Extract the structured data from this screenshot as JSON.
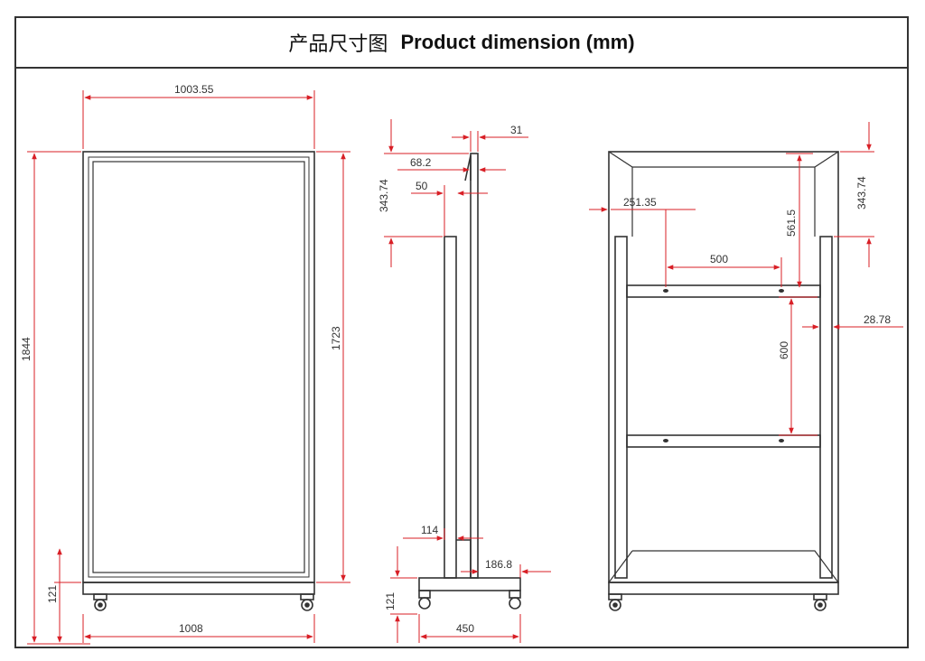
{
  "title": {
    "cn": "产品尺寸图",
    "en": "Product dimension (mm)"
  },
  "colors": {
    "dimension": "#d81f26",
    "drawing": "#333333",
    "frame": "#333333"
  },
  "front_view": {
    "top_width": "1003.55",
    "total_height": "1844",
    "screen_height": "1723",
    "bottom_height": "121",
    "base_width": "1008"
  },
  "side_view": {
    "thickness": "31",
    "offset_1": "68.2",
    "offset_2": "50",
    "top_height": "343.74",
    "foot_offset": "114",
    "foot_depth": "186.8",
    "bottom_height": "121",
    "base_depth": "450"
  },
  "back_view": {
    "bracket_offset": "251.35",
    "top_height": "343.74",
    "bracket_top": "561.5",
    "mount_width": "500",
    "side_offset": "28.78",
    "mount_height": "600"
  }
}
